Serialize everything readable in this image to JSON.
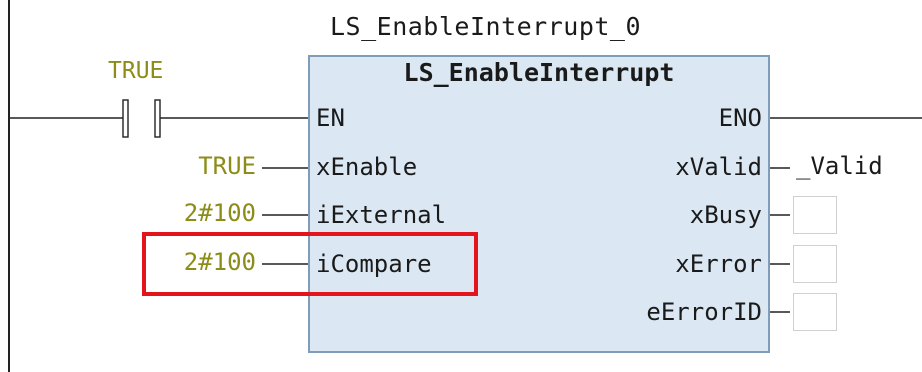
{
  "instance_name": "LS_EnableInterrupt_0",
  "block": {
    "type_name": "LS_EnableInterrupt",
    "inputs": [
      "EN",
      "xEnable",
      "iExternal",
      "iCompare"
    ],
    "outputs": [
      "ENO",
      "xValid",
      "xBusy",
      "xError",
      "eErrorID"
    ]
  },
  "contact": {
    "label": "TRUE"
  },
  "input_values": {
    "xEnable": "TRUE",
    "iExternal": "2#100",
    "iCompare": "2#100"
  },
  "output_values": {
    "xValid": "_Valid"
  },
  "colors": {
    "block_fill": "#dbe8f3",
    "block_border": "#7f9db9",
    "constant": "#8c8d18",
    "highlight": "#e3141b"
  }
}
